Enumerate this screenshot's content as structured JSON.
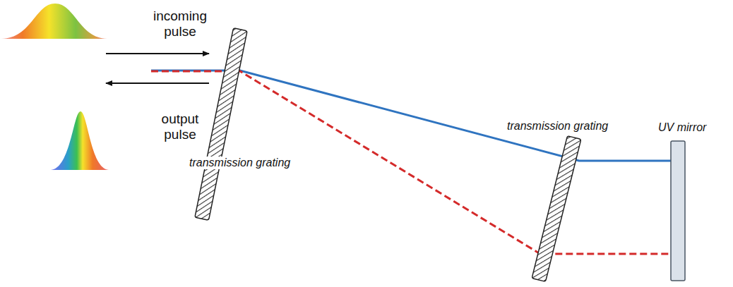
{
  "diagram": {
    "labels": [
      "incoming pulse",
      "output pulse",
      "transmission grating",
      "transmission grating",
      "UV mirror"
    ]
  }
}
